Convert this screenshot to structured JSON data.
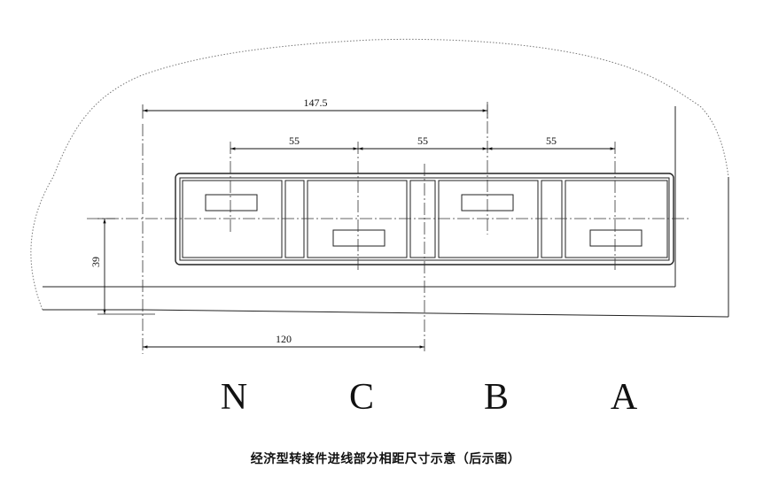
{
  "dimensions": {
    "overall_width": "147.5",
    "phase_spacing_1": "55",
    "phase_spacing_2": "55",
    "phase_spacing_3": "55",
    "height": "39",
    "offset": "120"
  },
  "phases": {
    "n": "N",
    "c": "C",
    "b": "B",
    "a": "A"
  },
  "caption": "经济型转接件进线部分相距尺寸示意（后示图）"
}
